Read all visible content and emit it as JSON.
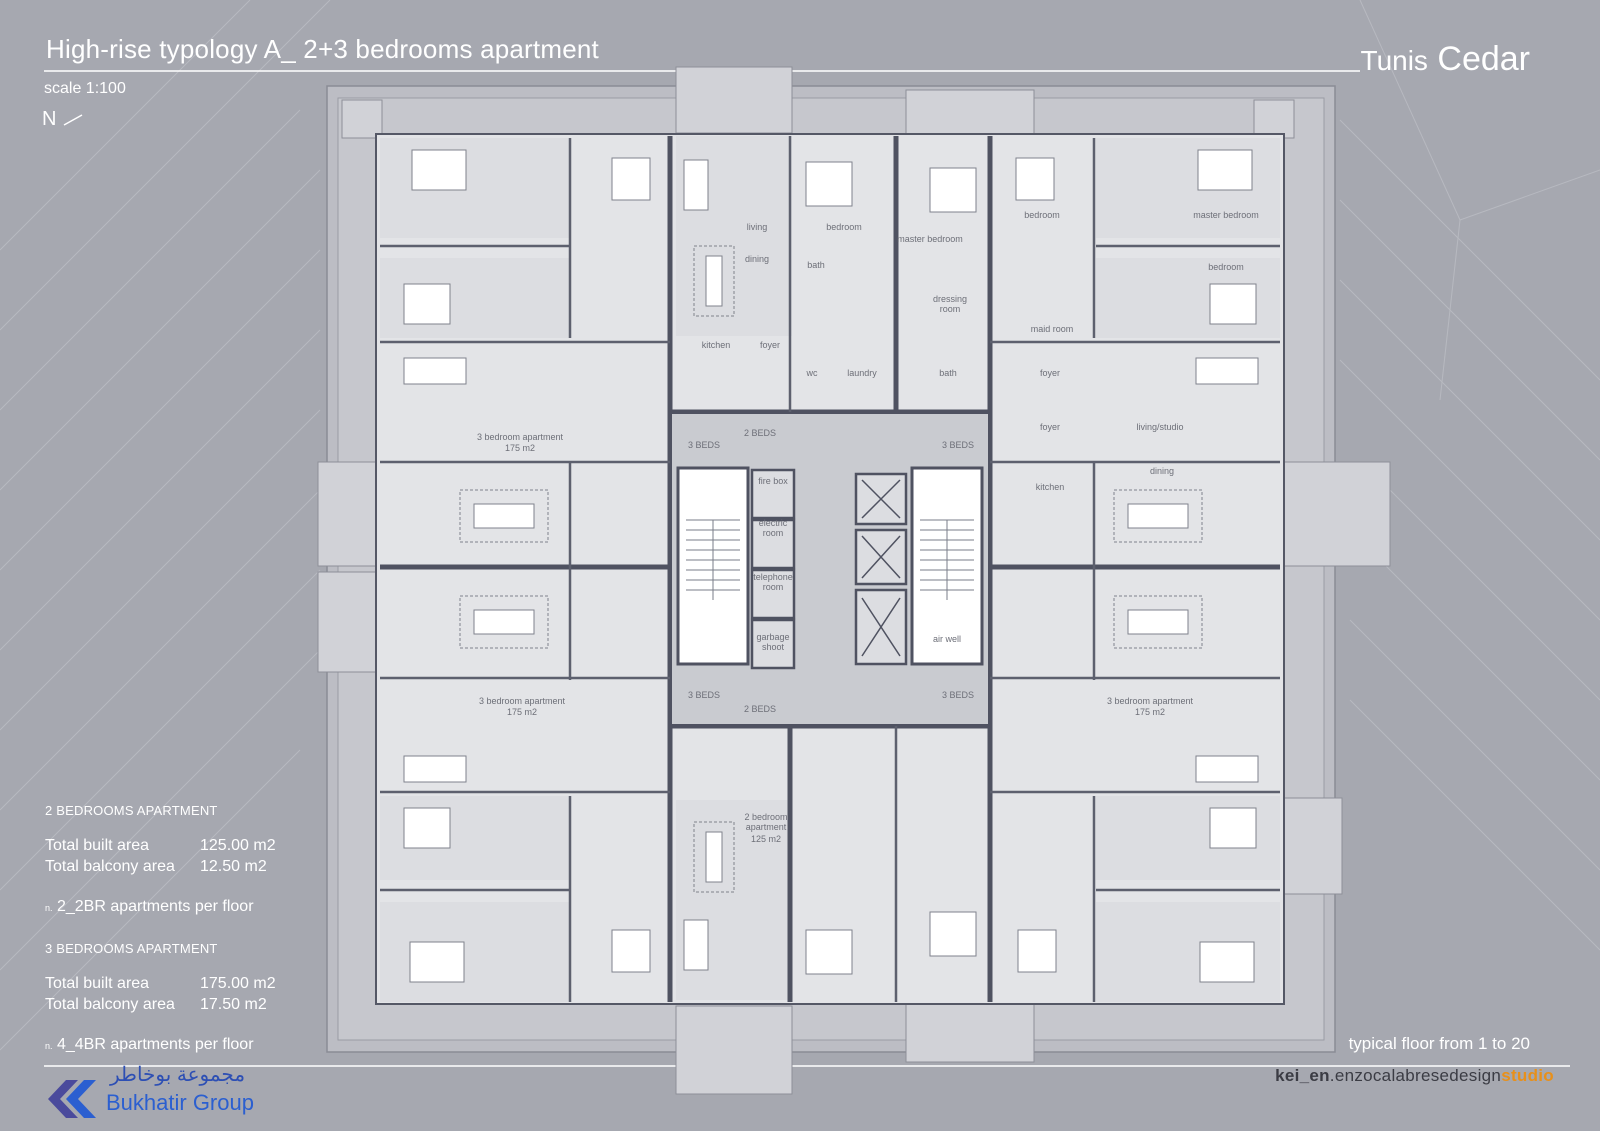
{
  "header": {
    "title": "High-rise typology A_ 2+3 bedrooms apartment",
    "brand_prefix": "Tunis",
    "brand_name": "Cedar",
    "scale": "scale 1:100",
    "north": "N"
  },
  "stats": {
    "two_br": {
      "heading": "2 BEDROOMS APARTMENT",
      "built_label": "Total built area",
      "built_value": "125.00 m2",
      "balcony_label": "Total balcony area",
      "balcony_value": "12.50 m2",
      "count_prefix": "n.",
      "count_text": "2_2BR apartments per floor"
    },
    "three_br": {
      "heading": "3 BEDROOMS APARTMENT",
      "built_label": "Total built area",
      "built_value": "175.00 m2",
      "balcony_label": "Total balcony area",
      "balcony_value": "17.50 m2",
      "count_prefix": "n.",
      "count_text": "4_4BR apartments per floor"
    }
  },
  "footer": {
    "typical_floor": "typical floor from 1 to 20",
    "credit_bold": "kei_en",
    "credit_main": ".enzocalabresedesign",
    "credit_studio": "studio",
    "logo_arabic": "مجموعة بوخاطر",
    "logo_english": "Bukhatir Group"
  },
  "plan_labels": {
    "living": "living",
    "dining": "dining",
    "bedroom": "bedroom",
    "bath": "bath",
    "master_bedroom": "master bedroom",
    "bedroom_right": "bedroom",
    "master_bedroom_right": "master bedroom",
    "bedroom_right2": "bedroom",
    "dressing": "dressing room",
    "maid_room": "maid room",
    "kitchen": "kitchen",
    "foyer": "foyer",
    "wc": "wc",
    "laundry": "laundry",
    "bath2": "bath",
    "foyer_right": "foyer",
    "foyer_right2": "foyer",
    "living_studio": "living/studio",
    "dining_right": "dining",
    "kitchen_right": "kitchen",
    "three_br_tl": "3 bedroom apartment",
    "three_br_tl_area": "175 m2",
    "three_br_bl": "3 bedroom apartment",
    "three_br_bl_area": "175 m2",
    "three_br_br": "3 bedroom apartment",
    "three_br_br_area": "175 m2",
    "two_br_b": "2 bedroom apartment",
    "two_br_b_area": "125 m2",
    "two_beds_top": "2 BEDS",
    "two_beds_bottom": "2 BEDS",
    "three_beds_tl": "3 BEDS",
    "three_beds_tr": "3 BEDS",
    "three_beds_bl": "3 BEDS",
    "three_beds_br": "3 BEDS",
    "fire_box": "fire box",
    "electric_room": "electric room",
    "telephone_room": "telephone room",
    "garbage_shoot": "garbage shoot",
    "air_well": "air well"
  }
}
